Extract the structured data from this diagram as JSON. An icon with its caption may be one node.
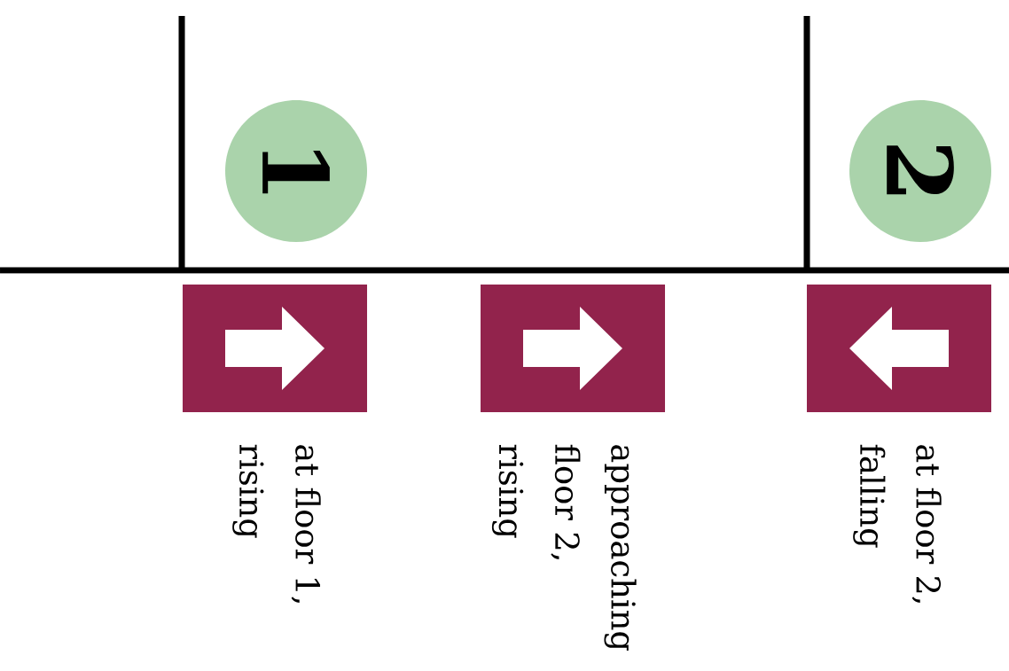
{
  "diagram": {
    "nodes": [
      {
        "text": [
          "1"
        ]
      },
      {
        "text": [
          "2"
        ]
      },
      {
        "text": [],
        "shape": "box",
        "beside": [
          "at floor 1, rising"
        ]
      },
      {
        "text": [],
        "shape": "box",
        "beside": [
          "approaching floor 2, rising"
        ]
      },
      {
        "text": [],
        "shape": "box",
        "beside": [
          "at floor 2, falling"
        ]
      }
    ]
  }
}
